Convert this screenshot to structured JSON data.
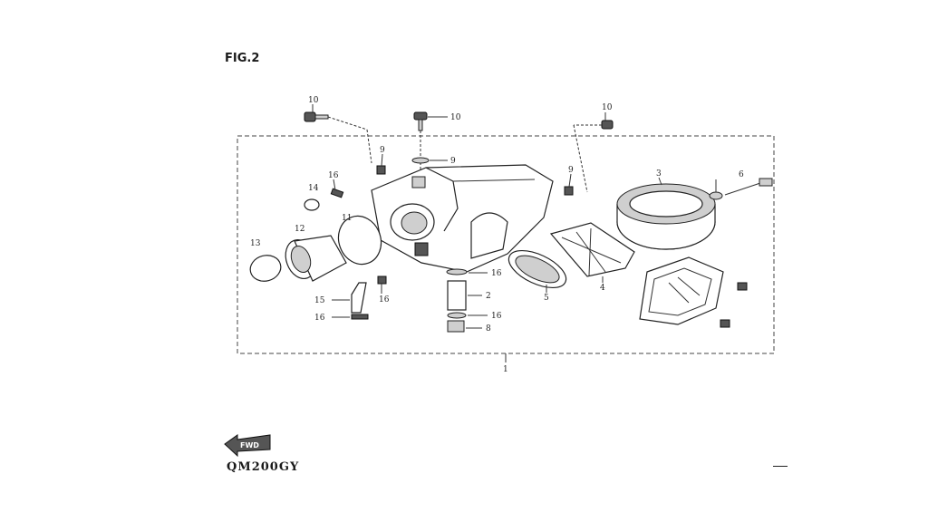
{
  "figure": {
    "title": "FIG.2",
    "model": "QM200GY",
    "fwd_arrow": "FWD",
    "trailing_mark": "—"
  },
  "callouts": {
    "c1": "1",
    "c2": "2",
    "c3": "3",
    "c4": "4",
    "c5": "5",
    "c6": "6",
    "c8": "8",
    "c9a": "9",
    "c9b": "9",
    "c9c": "9",
    "c10a": "10",
    "c10b": "10",
    "c10c": "10",
    "c11": "11",
    "c12": "12",
    "c13": "13",
    "c14": "14",
    "c15": "15",
    "c16a": "16",
    "c16b": "16",
    "c16c": "16",
    "c16d": "16",
    "c16e": "16"
  }
}
